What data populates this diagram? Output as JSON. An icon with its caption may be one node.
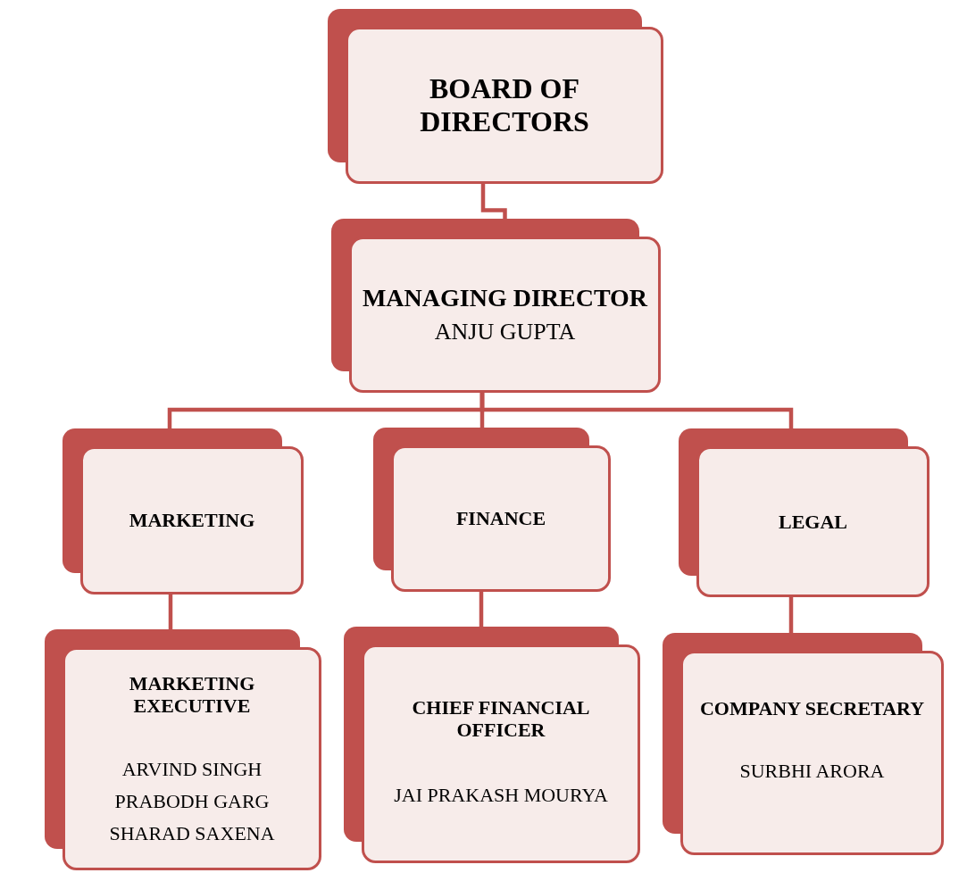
{
  "diagram": {
    "nodes": [
      {
        "text": [
          "BOARD OF DIRECTORS"
        ]
      },
      {
        "text": [
          "MANAGING DIRECTOR",
          "ANJU GUPTA"
        ]
      },
      {
        "text": [
          "MARKETING"
        ]
      },
      {
        "text": [
          "FINANCE"
        ]
      },
      {
        "text": [
          "LEGAL"
        ]
      },
      {
        "text": [
          "MARKETING EXECUTIVE",
          "ARVIND SINGH",
          "PRABODH GARG",
          "SHARAD SAXENA"
        ]
      },
      {
        "text": [
          "CHIEF FINANCIAL OFFICER",
          "JAI PRAKASH MOURYA"
        ]
      },
      {
        "text": [
          "COMPANY SECRETARY",
          "SURBHI ARORA"
        ]
      }
    ],
    "edges": [
      {
        "from": 0,
        "to": 1,
        "arrow": "none"
      },
      {
        "from": 1,
        "to": 2,
        "arrow": "none"
      },
      {
        "from": 1,
        "to": 3,
        "arrow": "none"
      },
      {
        "from": 1,
        "to": 4,
        "arrow": "none"
      },
      {
        "from": 2,
        "to": 5,
        "arrow": "none"
      },
      {
        "from": 3,
        "to": 6,
        "arrow": "none"
      },
      {
        "from": 4,
        "to": 7,
        "arrow": "none"
      }
    ]
  }
}
